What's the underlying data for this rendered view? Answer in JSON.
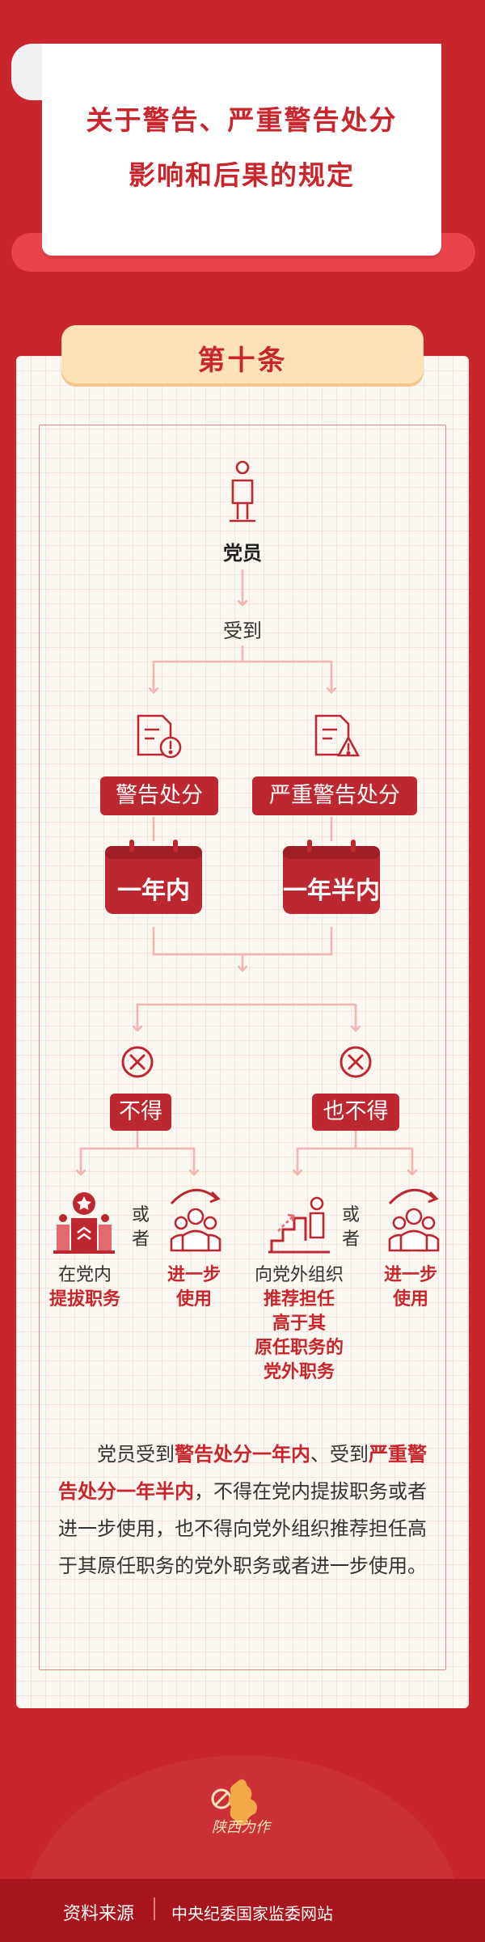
{
  "title": {
    "line1": "关于警告、严重警告处分",
    "line2": "影响和后果的规定"
  },
  "article": "第十条",
  "flow": {
    "party_member": "党员",
    "receive": "受到",
    "left": {
      "penalty": "警告处分",
      "duration": "一年内",
      "prohibit": "不得",
      "opt1_line1": "在党内",
      "opt1_line2": "提拔职务",
      "or_line1": "或",
      "or_line2": "者",
      "opt2_line1": "进一步",
      "opt2_line2": "使用"
    },
    "right": {
      "penalty": "严重警告处分",
      "duration": "一年半内",
      "prohibit": "也不得",
      "opt1_line1": "向党外组织",
      "opt1_line2": "推荐担任",
      "opt1_line3": "高于其",
      "opt1_line4": "原任职务的",
      "opt1_line5": "党外职务",
      "or_line1": "或",
      "or_line2": "者",
      "opt2_line1": "进一步",
      "opt2_line2": "使用"
    }
  },
  "paragraph": {
    "p1": "党员受到",
    "h1": "警告处分一年内",
    "p2": "、受到",
    "h2": "严重警告处分一年半内",
    "p3": "，不得在党内提拔职务或者进一步使用，也不得向党外组织推荐担任高于其原任职务的党外职务或者进一步使用。"
  },
  "emblem_text": "陕西为作",
  "footer": {
    "label": "资料来源",
    "source": "中央纪委国家监委网站"
  },
  "colors": {
    "primary_red": "#c8252c",
    "dark_red_box": "#bd2830",
    "pink_line": "#f4b4b1",
    "tab_gold": "#fde2b8"
  }
}
